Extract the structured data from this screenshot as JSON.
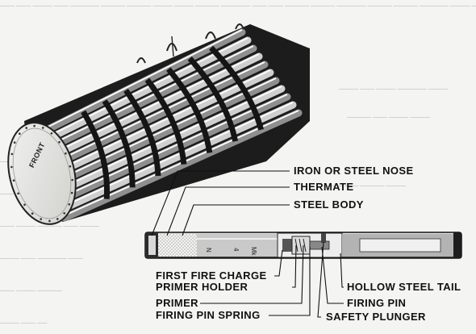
{
  "figure": {
    "bundle_marking": "FRONT",
    "labels": {
      "nose": "IRON OR STEEL NOSE",
      "thermate": "THERMATE",
      "steel_body": "STEEL BODY",
      "first_fire": "FIRST FIRE CHARGE",
      "primer_holder": "PRIMER HOLDER",
      "primer": "PRIMER",
      "firing_pin_spring": "FIRING PIN SPRING",
      "hollow_tail": "HOLLOW STEEL TAIL",
      "firing_pin": "FIRING PIN",
      "safety_plunger": "SAFETY PLUNGER"
    },
    "bomb_body_marking": "NO 4 Mk"
  }
}
